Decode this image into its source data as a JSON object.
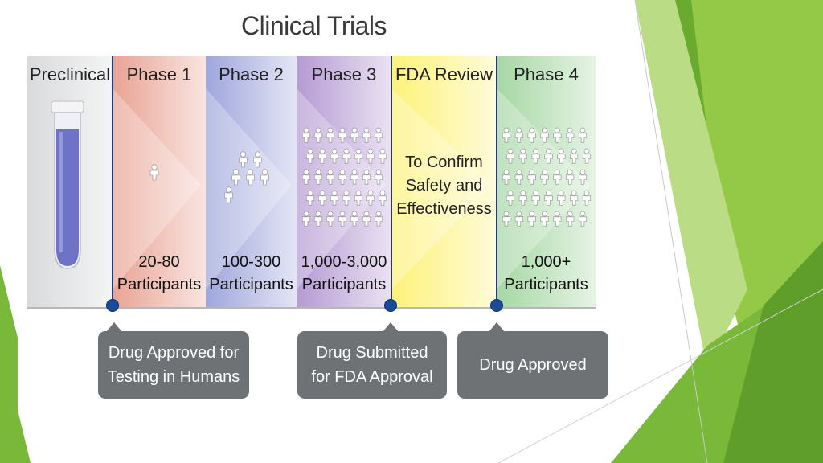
{
  "title": "Clinical Trials",
  "stages": [
    {
      "id": "preclinical",
      "label": "Preclinical",
      "count": ""
    },
    {
      "id": "phase1",
      "label": "Phase 1",
      "count": "20-80\nParticipants",
      "people": 1
    },
    {
      "id": "phase2",
      "label": "Phase 2",
      "count": "100-300\nParticipants",
      "people": 6
    },
    {
      "id": "phase3",
      "label": "Phase 3",
      "count": "1,000-3,000\nParticipants",
      "people": 35
    },
    {
      "id": "fda",
      "label": "FDA Review",
      "text": "To Confirm\nSafety and\nEffectiveness"
    },
    {
      "id": "phase4",
      "label": "Phase 4",
      "count": "1,000+\nParticipants",
      "people": 35
    }
  ],
  "milestones": [
    {
      "id": "humans",
      "label": "Drug Approved for\nTesting in Humans"
    },
    {
      "id": "submitted",
      "label": "Drug Submitted\nfor FDA Approval"
    },
    {
      "id": "approved",
      "label": "Drug Approved"
    }
  ],
  "colors": {
    "preclinical": "#d9dadc",
    "phase1": "#e9a394",
    "phase2": "#9fa6dc",
    "phase3": "#b69ad3",
    "fda": "#fdf27a",
    "phase4": "#a6d7a4",
    "milestone": "#6f7275",
    "marker": "#1a4a9a",
    "decor_green": "#8cc63f"
  }
}
